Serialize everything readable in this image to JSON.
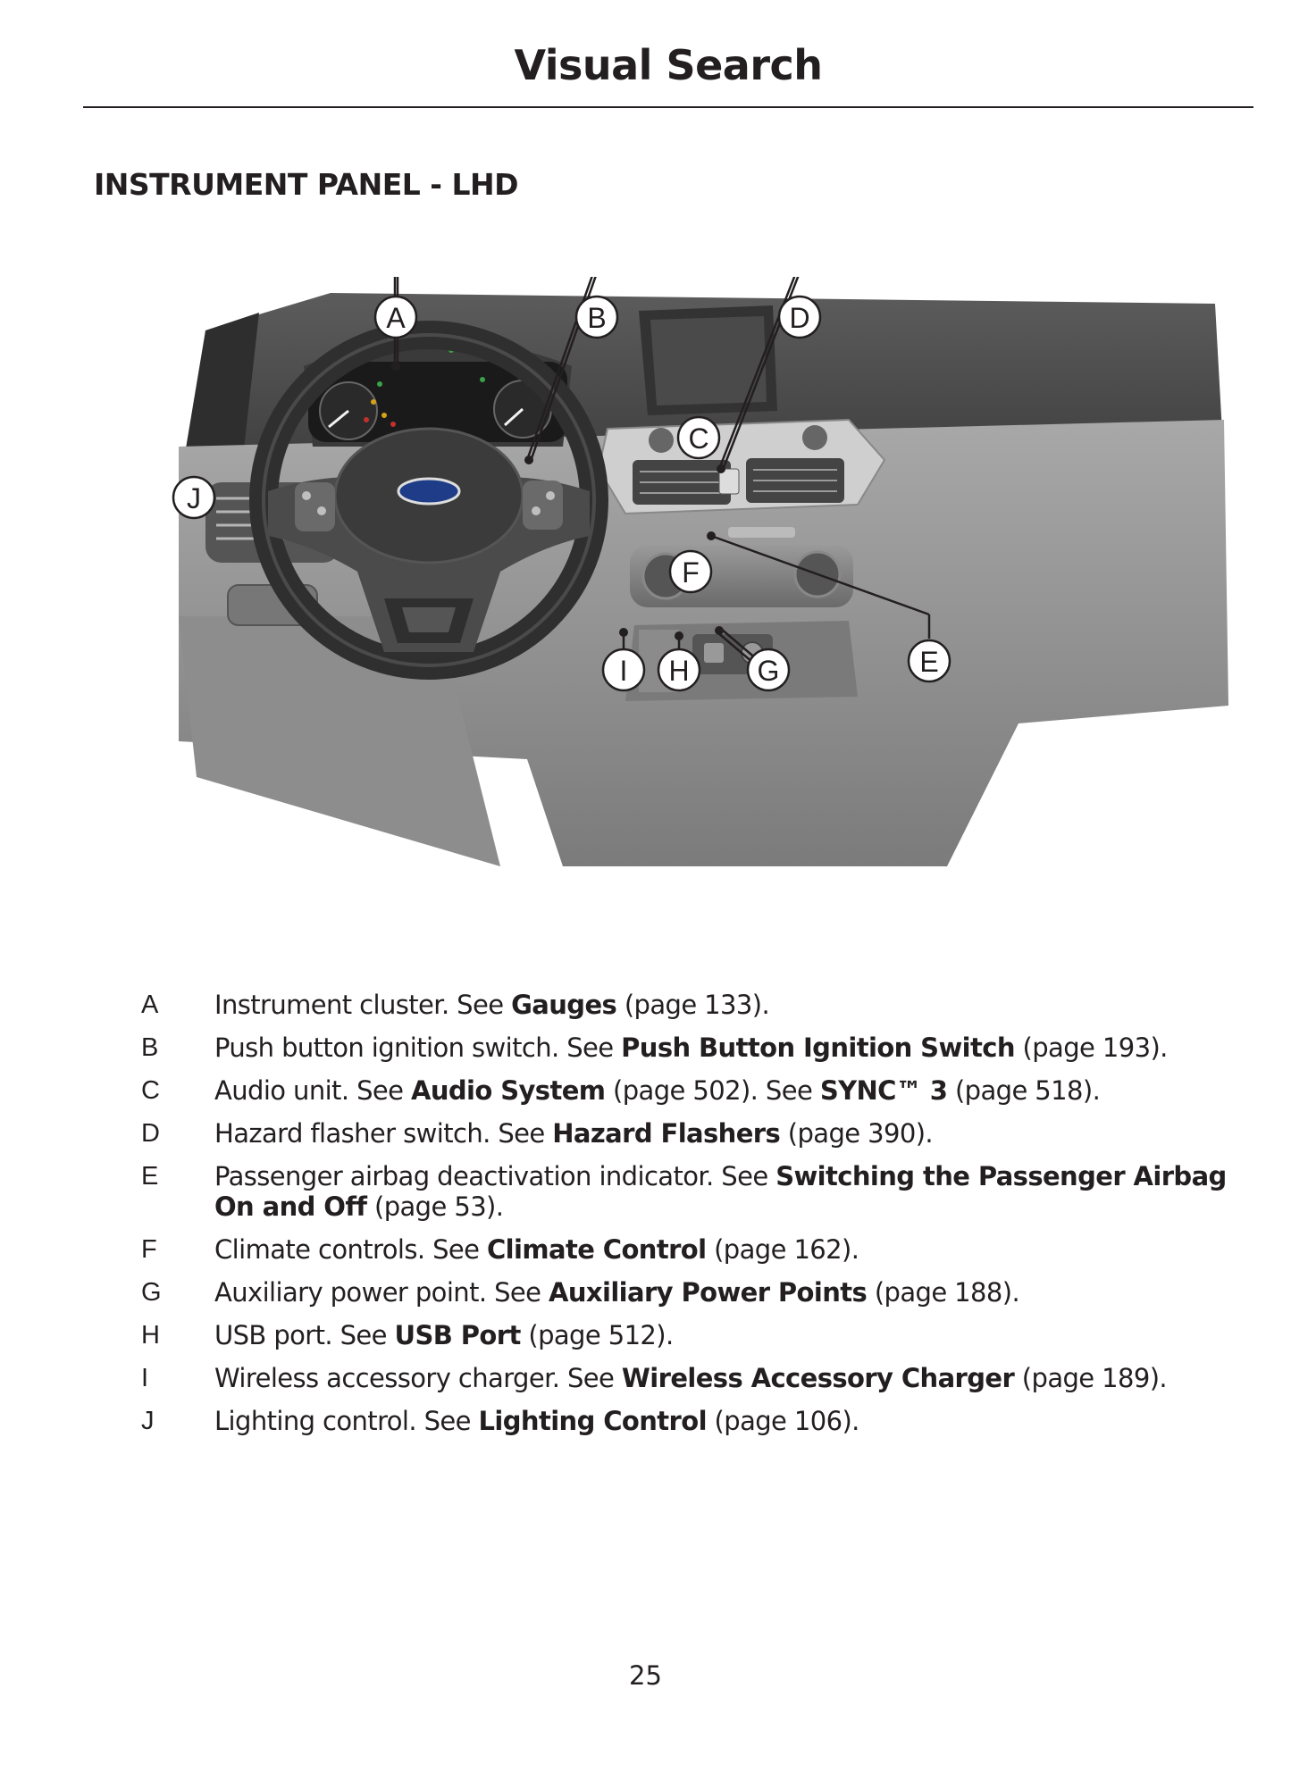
{
  "header": {
    "title": "Visual Search"
  },
  "section": {
    "title": "INSTRUMENT PANEL - LHD"
  },
  "figure": {
    "callouts": [
      "A",
      "B",
      "C",
      "D",
      "E",
      "F",
      "G",
      "H",
      "I",
      "J"
    ]
  },
  "legend": [
    {
      "key": "A",
      "text": "Instrument cluster. See ",
      "link": "Gauges",
      "page": " (page 133).",
      "extra": ""
    },
    {
      "key": "B",
      "text": "Push button ignition switch. See ",
      "link": "Push Button Ignition Switch",
      "page": " (page 193).",
      "extra": ""
    },
    {
      "key": "C",
      "text": "Audio unit. See ",
      "link": "Audio System",
      "page": " (page 502).  See ",
      "link2": "SYNC™ 3",
      "page2": " (page 518)."
    },
    {
      "key": "D",
      "text": "Hazard flasher switch. See ",
      "link": "Hazard Flashers",
      "page": " (page 390).",
      "extra": ""
    },
    {
      "key": "E",
      "text": "Passenger airbag deactivation indicator. See ",
      "link": "Switching the Passenger Airbag On and Off",
      "page": " (page 53).",
      "extra": ""
    },
    {
      "key": "F",
      "text": "Climate controls. See ",
      "link": "Climate Control",
      "page": " (page 162).",
      "extra": ""
    },
    {
      "key": "G",
      "text": "Auxiliary power point. See ",
      "link": "Auxiliary Power Points",
      "page": " (page 188).",
      "extra": ""
    },
    {
      "key": "H",
      "text": "USB port. See ",
      "link": "USB Port",
      "page": " (page 512).",
      "extra": ""
    },
    {
      "key": "I",
      "text": "Wireless accessory charger. See ",
      "link": "Wireless Accessory Charger",
      "page": " (page 189).",
      "extra": ""
    },
    {
      "key": "J",
      "text": "Lighting control. See ",
      "link": "Lighting Control",
      "page": " (page 106).",
      "extra": ""
    }
  ],
  "footer": {
    "page_number": "25"
  }
}
